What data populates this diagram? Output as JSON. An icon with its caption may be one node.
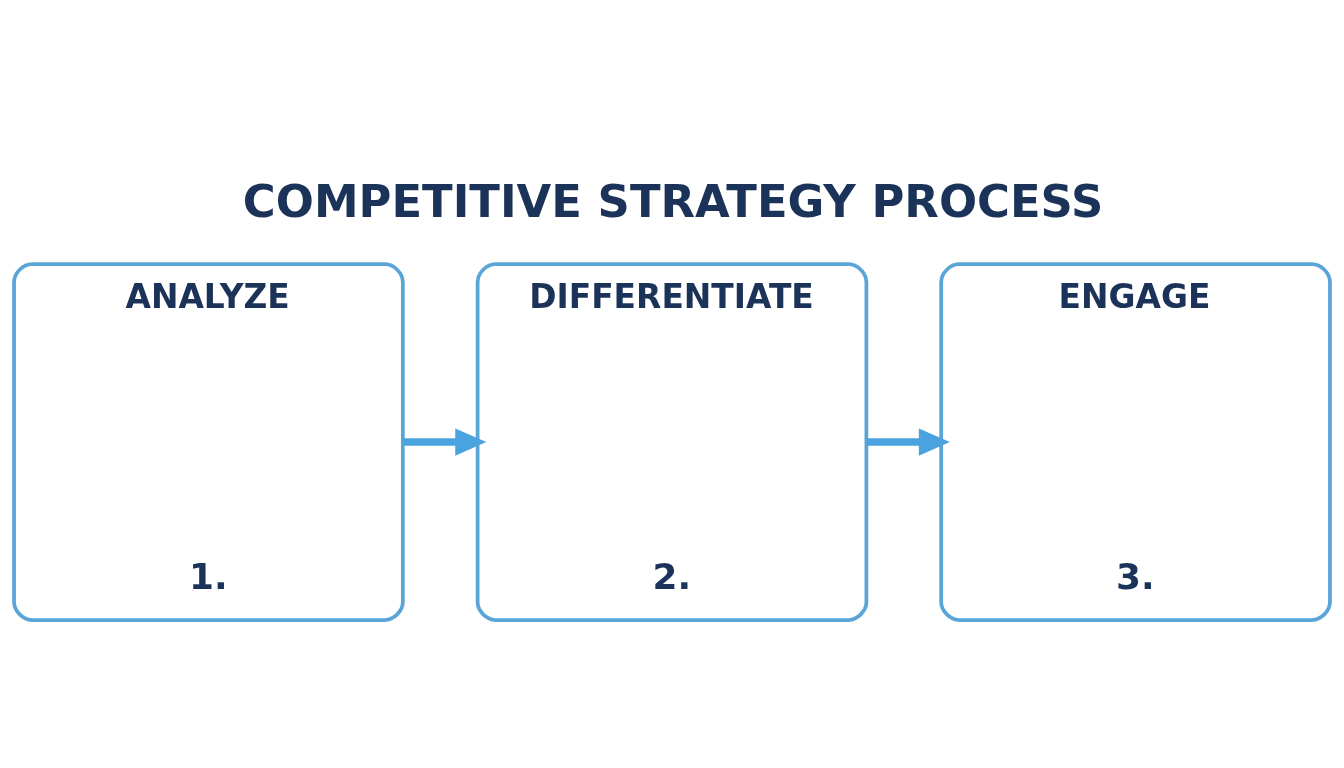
{
  "diagram": {
    "title": "COMPETITIVE STRATEGY PROCESS",
    "nodes": [
      {
        "text": [
          "ANALYZE",
          "1."
        ]
      },
      {
        "text": [
          "DIFFERENTIATE",
          "2."
        ]
      },
      {
        "text": [
          "ENGAGE",
          "3."
        ]
      }
    ],
    "edges": [
      {
        "from": 0,
        "to": 1,
        "arrow": "to"
      },
      {
        "from": 1,
        "to": 2,
        "arrow": "to"
      }
    ]
  }
}
